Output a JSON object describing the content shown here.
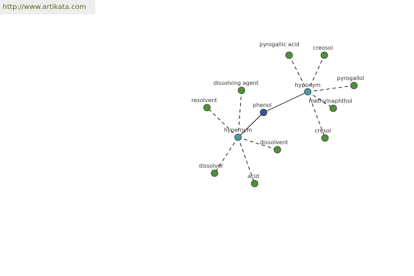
{
  "header": {
    "url": "http://www.artikata.com"
  },
  "colors": {
    "center_node": "#3f4f8f",
    "relation_node": "#4a9aa0",
    "leaf_node": "#4e8f3a",
    "edge": "#000000",
    "url_text": "#556b1f",
    "url_bar_bg": "#eeeeee"
  },
  "graph": {
    "center": {
      "id": "phenol",
      "label": "phenol"
    },
    "relations": [
      {
        "id": "hypernym",
        "label": "hypernym"
      },
      {
        "id": "hyponym",
        "label": "hyponym"
      }
    ],
    "leaves": [
      {
        "id": "dissolving-agent",
        "label": "dissolving agent",
        "relation": "hypernym"
      },
      {
        "id": "resolvent",
        "label": "resolvent",
        "relation": "hypernym"
      },
      {
        "id": "dissolvent",
        "label": "dissolvent",
        "relation": "hypernym"
      },
      {
        "id": "dissolver",
        "label": "dissolver",
        "relation": "hypernym"
      },
      {
        "id": "acid",
        "label": "acid",
        "relation": "hypernym"
      },
      {
        "id": "pyrogallic-acid",
        "label": "pyrogallic acid",
        "relation": "hyponym"
      },
      {
        "id": "creosol",
        "label": "creosol",
        "relation": "hyponym"
      },
      {
        "id": "pyrogallol",
        "label": "pyrogallol",
        "relation": "hyponym"
      },
      {
        "id": "methylnaphthol",
        "label": "methylnaphthol",
        "relation": "hyponym"
      },
      {
        "id": "cresol",
        "label": "cresol",
        "relation": "hyponym"
      }
    ]
  }
}
